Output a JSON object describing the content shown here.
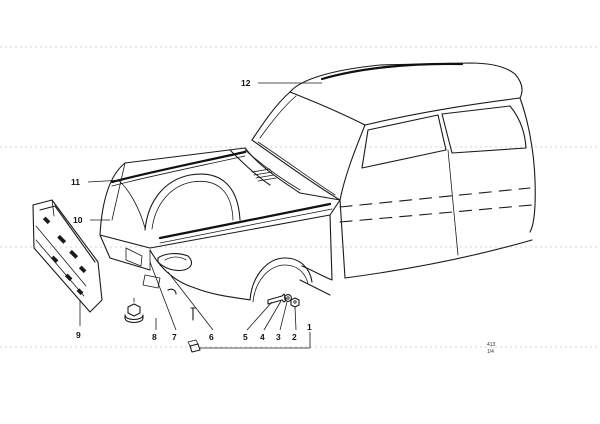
{
  "callouts": [
    {
      "id": "1",
      "text": "1"
    },
    {
      "id": "2",
      "text": "2"
    },
    {
      "id": "3",
      "text": "3"
    },
    {
      "id": "4",
      "text": "4"
    },
    {
      "id": "5",
      "text": "5"
    },
    {
      "id": "6",
      "text": "6"
    },
    {
      "id": "7",
      "text": "7"
    },
    {
      "id": "8",
      "text": "8"
    },
    {
      "id": "9",
      "text": "9"
    },
    {
      "id": "10",
      "text": "10"
    },
    {
      "id": "11",
      "text": "11"
    },
    {
      "id": "12",
      "text": "12"
    }
  ],
  "reference": {
    "line1": "413",
    "line2": "1/4"
  },
  "colors": {
    "line": "#1a1a1a",
    "background": "#ffffff"
  }
}
